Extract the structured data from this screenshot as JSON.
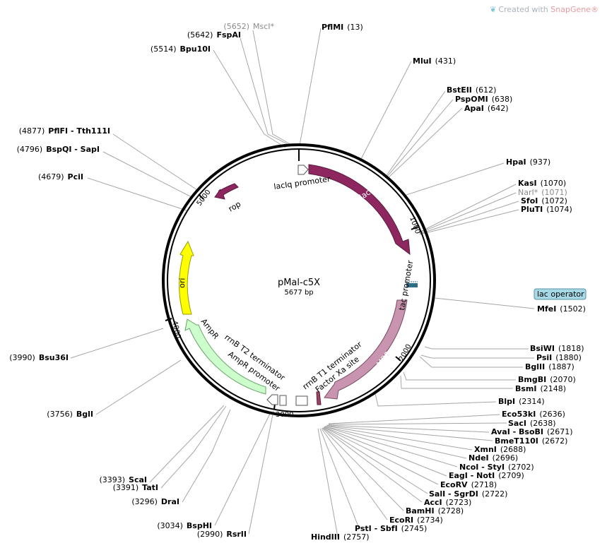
{
  "credit": {
    "prefix": "Created with",
    "brand": "SnapGene",
    "mark": "®"
  },
  "plasmid": {
    "name": "pMal-c5X",
    "length_label": "5677 bp"
  },
  "ticks": [
    "1000",
    "2000",
    "3000",
    "4000",
    "5000"
  ],
  "features": {
    "lacIq_promoter": "lacIq promoter",
    "lacI": "lacI",
    "tac_promoter": "tac promoter",
    "MBP": "MBP",
    "rrnB_T1": "rrnB T1 terminator",
    "factor_xa": "Factor Xa site",
    "rrnB_T2": "rrnB T2 terminator",
    "ampR_promoter": "AmpR promoter",
    "AmpR": "AmpR",
    "ori": "ori",
    "rop": "rop",
    "lac_operator": "lac operator"
  },
  "sites_left": [
    {
      "name": "MscI*",
      "pos": "(5652)",
      "dim": true
    },
    {
      "name": "FspAI",
      "pos": "(5642)"
    },
    {
      "name": "Bpu10I",
      "pos": "(5514)"
    },
    {
      "name": "PflFI - Tth111I",
      "pos": "(4877)"
    },
    {
      "name": "BspQI - SapI",
      "pos": "(4796)"
    },
    {
      "name": "PciI",
      "pos": "(4679)"
    },
    {
      "name": "Bsu36I",
      "pos": "(3990)"
    },
    {
      "name": "BglI",
      "pos": "(3756)"
    },
    {
      "name": "ScaI",
      "pos": "(3393)"
    },
    {
      "name": "TatI",
      "pos": "(3391)"
    },
    {
      "name": "DraI",
      "pos": "(3296)"
    },
    {
      "name": "BspHI",
      "pos": "(3034)"
    },
    {
      "name": "RsrII",
      "pos": "(2990)"
    }
  ],
  "sites_right": [
    {
      "name": "PflMI",
      "pos": "(13)"
    },
    {
      "name": "MluI",
      "pos": "(431)"
    },
    {
      "name": "BstEII",
      "pos": "(612)"
    },
    {
      "name": "PspOMI",
      "pos": "(638)"
    },
    {
      "name": "ApaI",
      "pos": "(642)"
    },
    {
      "name": "HpaI",
      "pos": "(937)"
    },
    {
      "name": "KasI",
      "pos": "(1070)"
    },
    {
      "name": "NarI*",
      "pos": "(1071)",
      "dim": true
    },
    {
      "name": "SfoI",
      "pos": "(1072)"
    },
    {
      "name": "PluTI",
      "pos": "(1074)"
    },
    {
      "name": "MfeI",
      "pos": "(1502)"
    },
    {
      "name": "BsiWI",
      "pos": "(1818)"
    },
    {
      "name": "PsiI",
      "pos": "(1880)"
    },
    {
      "name": "BglII",
      "pos": "(1887)"
    },
    {
      "name": "BmgBI",
      "pos": "(2070)"
    },
    {
      "name": "BsmI",
      "pos": "(2148)"
    },
    {
      "name": "BlpI",
      "pos": "(2314)"
    },
    {
      "name": "Eco53kI",
      "pos": "(2636)"
    },
    {
      "name": "SacI",
      "pos": "(2638)"
    },
    {
      "name": "AvaI - BsoBI",
      "pos": "(2671)"
    },
    {
      "name": "BmeT110I",
      "pos": "(2672)"
    },
    {
      "name": "XmnI",
      "pos": "(2688)"
    },
    {
      "name": "NdeI",
      "pos": "(2696)"
    },
    {
      "name": "NcoI - StyI",
      "pos": "(2702)"
    },
    {
      "name": "EagI - NotI",
      "pos": "(2709)"
    },
    {
      "name": "EcoRV",
      "pos": "(2718)"
    },
    {
      "name": "SalI - SgrDI",
      "pos": "(2722)"
    },
    {
      "name": "AccI",
      "pos": "(2723)"
    },
    {
      "name": "BamHI",
      "pos": "(2728)"
    },
    {
      "name": "EcoRI",
      "pos": "(2734)"
    },
    {
      "name": "PstI - SbfI",
      "pos": "(2745)"
    },
    {
      "name": "HindIII",
      "pos": "(2757)"
    }
  ],
  "colors": {
    "lacI": "#8e2760",
    "rop": "#8e2760",
    "MBP": "#c994b0",
    "ori": "#ffff00",
    "AmpR": "#ccffcc",
    "factor_xa": "#9b4560",
    "lac_operator_box": "#a6d8e6",
    "lac_operator_marker": "#2f6f86"
  }
}
